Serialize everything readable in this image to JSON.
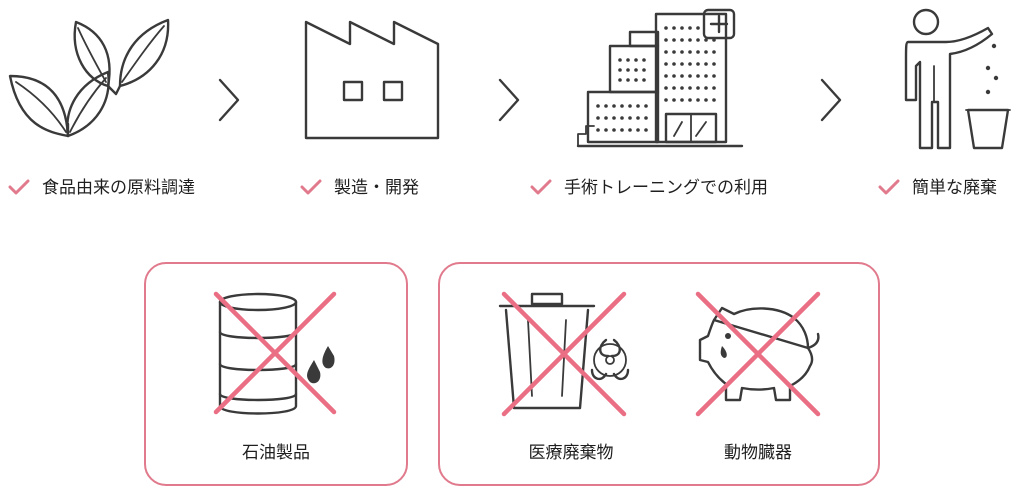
{
  "colors": {
    "accent": "#e07a8c",
    "icon": "#3a3a3a"
  },
  "steps": [
    {
      "label": "食品由来の原料調達",
      "icon": "leaves-icon"
    },
    {
      "label": "製造・開発",
      "icon": "factory-icon"
    },
    {
      "label": "手術トレーニングでの利用",
      "icon": "hospital-icon"
    },
    {
      "label": "簡単な廃棄",
      "icon": "trash-disposal-icon"
    }
  ],
  "excluded": {
    "petroleum": {
      "label": "石油製品",
      "icon": "oil-barrel-icon"
    },
    "medical_waste": {
      "label": "医療廃棄物",
      "icon": "biohazard-bin-icon"
    },
    "animal_organs": {
      "label": "動物臓器",
      "icon": "pig-icon"
    }
  }
}
